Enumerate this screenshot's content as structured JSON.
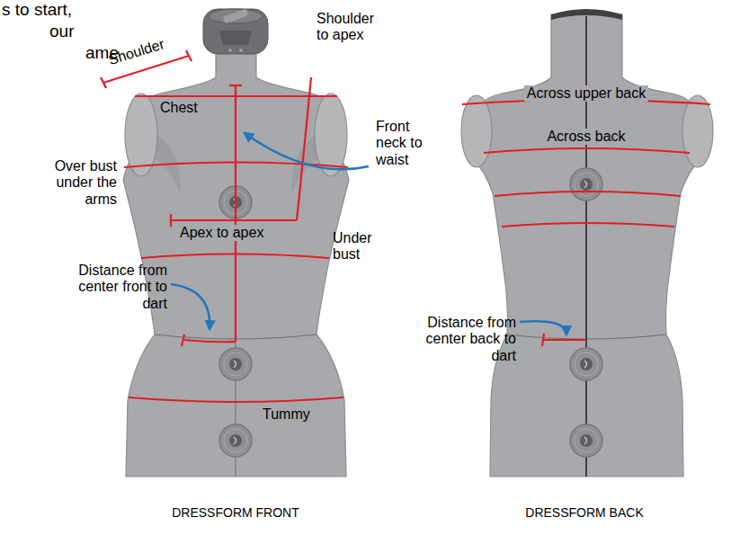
{
  "diagram": {
    "labels": [
      "s to start,",
      "our",
      "ame",
      "Shoulder",
      "Shoulder to apex",
      "Chest",
      "Front neck to waist",
      "Over bust under the arms",
      "Apex to apex",
      "Under bust",
      "Distance from center front to dart",
      "Tummy",
      "DRESSFORM FRONT",
      "Across upper back",
      "Across back",
      "Distance from center back to dart",
      "DRESSFORM BACK"
    ]
  }
}
